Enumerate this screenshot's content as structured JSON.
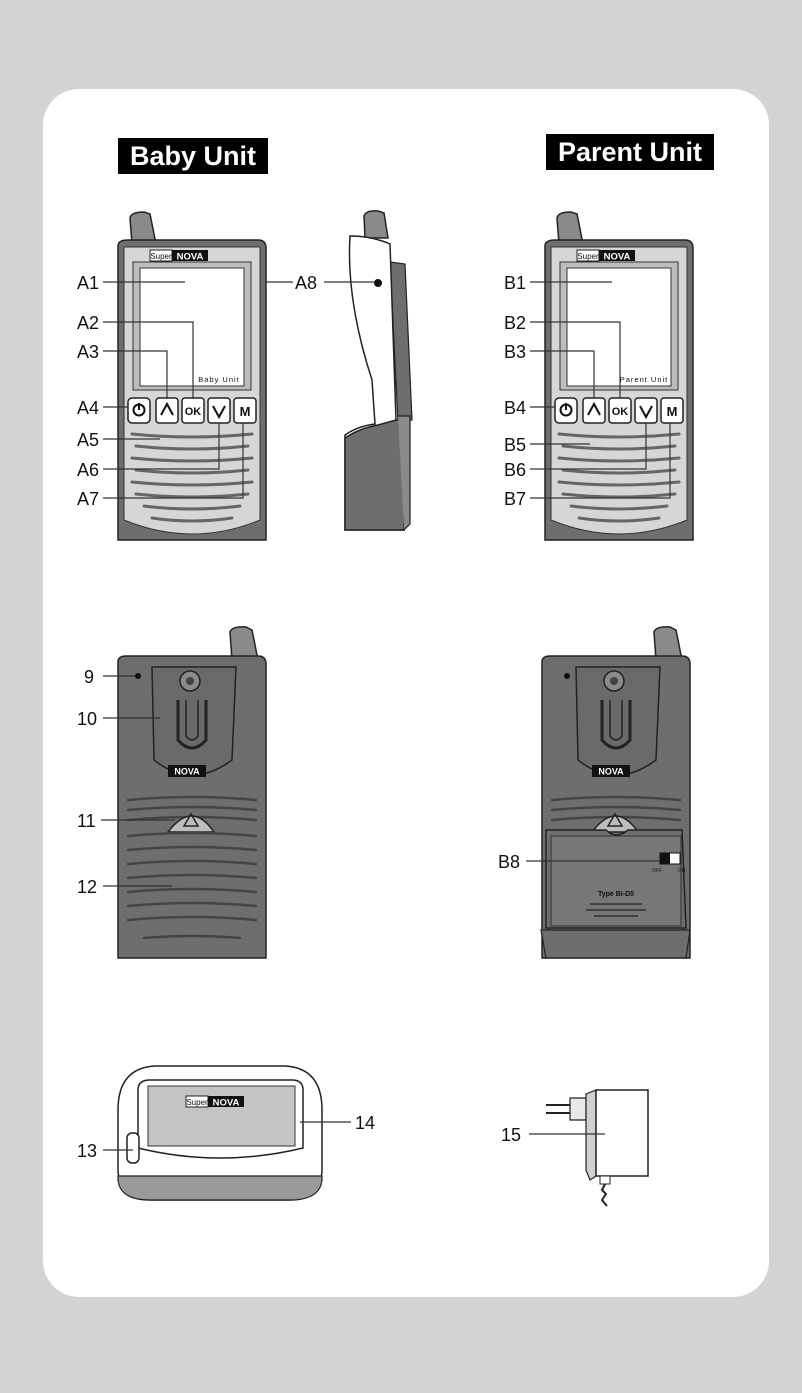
{
  "headings": {
    "baby": "Baby Unit",
    "parent": "Parent Unit"
  },
  "device": {
    "brand_prefix": "Super",
    "brand": "NOVA",
    "baby_screen_text": "Baby Unit",
    "parent_screen_text": "Parent Unit",
    "button_ok": "OK",
    "button_m": "M",
    "switch_off": "OFF",
    "switch_on": "ON",
    "battery_type": "Type BI-D5"
  },
  "labels": {
    "a1": "A1",
    "a2": "A2",
    "a3": "A3",
    "a4": "A4",
    "a5": "A5",
    "a6": "A6",
    "a7": "A7",
    "a8": "A8",
    "b1": "B1",
    "b2": "B2",
    "b3": "B3",
    "b4": "B4",
    "b5": "B5",
    "b6": "B6",
    "b7": "B7",
    "b8": "B8",
    "n9": "9",
    "n10": "10",
    "n11": "11",
    "n12": "12",
    "n13": "13",
    "n14": "14",
    "n15": "15"
  },
  "colors": {
    "background": "#d3d3d3",
    "card": "#ffffff",
    "housing": "#6e6e6e",
    "face": "#d6d6d6",
    "badge": "#000000"
  }
}
